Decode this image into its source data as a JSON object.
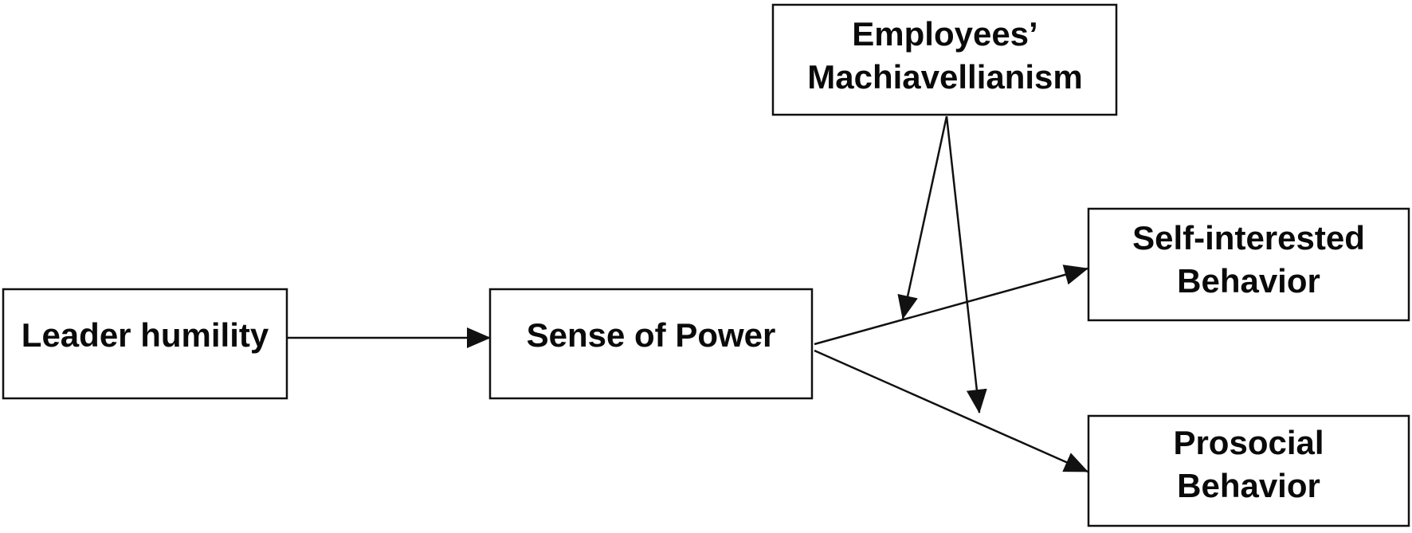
{
  "nodes": {
    "leader_humility": {
      "label": "Leader humility"
    },
    "sense_of_power": {
      "label": "Sense of Power"
    },
    "machiavellianism": {
      "line1": "Employees’",
      "line2": "Machiavellianism"
    },
    "self_interested": {
      "line1": "Self-interested",
      "line2": "Behavior"
    },
    "prosocial": {
      "line1": "Prosocial",
      "line2": "Behavior"
    }
  },
  "edges": [
    {
      "from": "Leader humility",
      "to": "Sense of Power"
    },
    {
      "from": "Sense of Power",
      "to": "Self-interested Behavior"
    },
    {
      "from": "Sense of Power",
      "to": "Prosocial Behavior"
    },
    {
      "from": "Employees’ Machiavellianism",
      "to": "Sense of Power → Self-interested Behavior"
    },
    {
      "from": "Employees’ Machiavellianism",
      "to": "Sense of Power → Prosocial Behavior"
    }
  ],
  "colors": {
    "stroke": "#111111",
    "text": "#0a0a0a",
    "background": "#ffffff"
  }
}
